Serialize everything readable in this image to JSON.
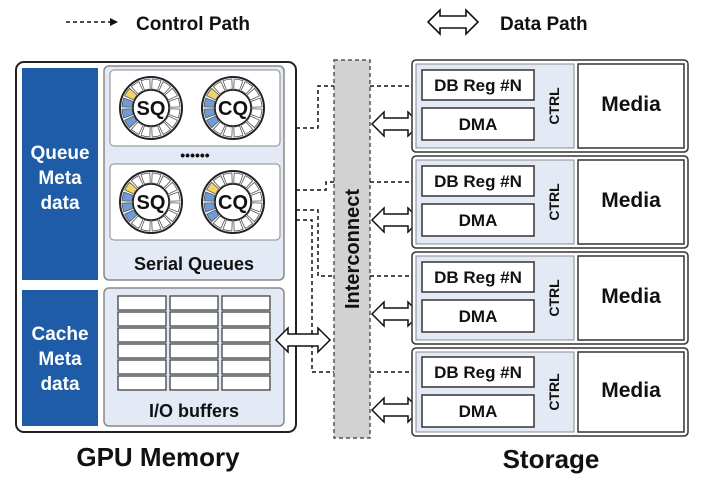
{
  "legend": {
    "control_path": "Control Path",
    "data_path": "Data Path"
  },
  "gpu": {
    "title": "GPU Memory",
    "queue_meta": [
      "Queue",
      "Meta",
      "data"
    ],
    "cache_meta": [
      "Cache",
      "Meta",
      "data"
    ],
    "sq_label": "SQ",
    "cq_label": "CQ",
    "ellipsis": "••••••",
    "serial_queues": "Serial Queues",
    "io_buffers": "I/O buffers"
  },
  "interconnect": "Interconnect",
  "storage": {
    "title": "Storage",
    "devices": [
      {
        "db_reg": "DB Reg #N",
        "dma": "DMA",
        "ctrl": "CTRL",
        "media": "Media"
      },
      {
        "db_reg": "DB Reg #N",
        "dma": "DMA",
        "ctrl": "CTRL",
        "media": "Media"
      },
      {
        "db_reg": "DB Reg #N",
        "dma": "DMA",
        "ctrl": "CTRL",
        "media": "Media"
      },
      {
        "db_reg": "DB Reg #N",
        "dma": "DMA",
        "ctrl": "CTRL",
        "media": "Media"
      }
    ]
  },
  "colors": {
    "meta_blue": "#1f5ca8",
    "panel_fill": "#e3eaf5",
    "interconnect_fill": "#d2d2d2",
    "ring_blue": "#6f9bd6",
    "ring_yellow": "#f2d36b"
  }
}
